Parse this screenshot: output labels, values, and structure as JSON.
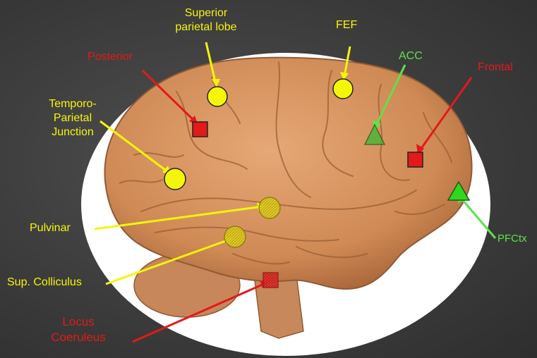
{
  "labels": {
    "superior_parietal": [
      "Superior",
      "parietal lobe"
    ],
    "fef": "FEF",
    "acc": "ACC",
    "frontal": "Frontal",
    "posterior": "Posterior",
    "tpj": [
      "Temporo-",
      "Parietal",
      "Junction"
    ],
    "pulvinar": "Pulvinar",
    "sup_colliculus": "Sup. Colliculus",
    "locus_coeruleus": [
      "Locus",
      "Coeruleus"
    ],
    "pfctx": "PFCtx"
  },
  "colors": {
    "yellow": "#f5f50a",
    "red": "#e21a1a",
    "green": "#5ce34a",
    "brain": "#d9965f",
    "background": "#3c3c3c"
  },
  "icons": {
    "circle": "yellow-circle-marker",
    "square": "red-square-marker",
    "triangle": "green-triangle-marker"
  }
}
